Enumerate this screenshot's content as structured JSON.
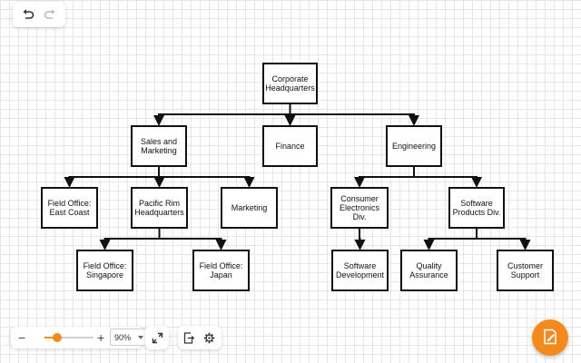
{
  "toolbar": {
    "undo_icon": "undo-icon",
    "redo_icon": "redo-icon",
    "zoom_level": "90%",
    "zoom_fraction": 0.25,
    "expand_icon": "expand-icon",
    "export_icon": "export-icon",
    "settings_icon": "gear-icon",
    "accent_color": "#f28a1e"
  },
  "fab": {
    "icon": "edit-note-icon",
    "color": "#f28a1e"
  },
  "org_chart": {
    "nodes": [
      {
        "id": "corporate-hq",
        "label": "Corporate\nHeadquarters"
      },
      {
        "id": "sales-marketing",
        "label": "Sales and\nMarketing"
      },
      {
        "id": "finance",
        "label": "Finance"
      },
      {
        "id": "engineering",
        "label": "Engineering"
      },
      {
        "id": "field-office-east-coast",
        "label": "Field Office:\nEast Coast"
      },
      {
        "id": "pacific-rim-hq",
        "label": "Pacific Rim\nHeadquarters"
      },
      {
        "id": "marketing",
        "label": "Marketing"
      },
      {
        "id": "consumer-electronics",
        "label": "Consumer\nElectronics Div."
      },
      {
        "id": "software-products",
        "label": "Software\nProducts Div."
      },
      {
        "id": "field-office-singapore",
        "label": "Field Office:\nSingapore"
      },
      {
        "id": "field-office-japan",
        "label": "Field Office:\nJapan"
      },
      {
        "id": "software-development",
        "label": "Software\nDevelopment"
      },
      {
        "id": "quality-assurance",
        "label": "Quality\nAssurance"
      },
      {
        "id": "customer-support",
        "label": "Customer\nSupport"
      }
    ],
    "edges": [
      [
        "corporate-hq",
        "sales-marketing"
      ],
      [
        "corporate-hq",
        "finance"
      ],
      [
        "corporate-hq",
        "engineering"
      ],
      [
        "sales-marketing",
        "field-office-east-coast"
      ],
      [
        "sales-marketing",
        "pacific-rim-hq"
      ],
      [
        "sales-marketing",
        "marketing"
      ],
      [
        "pacific-rim-hq",
        "field-office-singapore"
      ],
      [
        "pacific-rim-hq",
        "field-office-japan"
      ],
      [
        "engineering",
        "consumer-electronics"
      ],
      [
        "engineering",
        "software-products"
      ],
      [
        "consumer-electronics",
        "software-development"
      ],
      [
        "software-products",
        "quality-assurance"
      ],
      [
        "software-products",
        "customer-support"
      ]
    ]
  }
}
